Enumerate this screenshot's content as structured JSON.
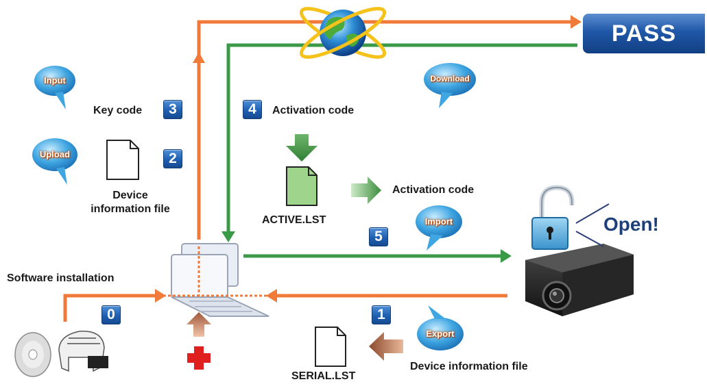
{
  "badges": {
    "pass": "PASS",
    "open": "Open!"
  },
  "bubbles": {
    "input": "Input",
    "upload": "Upload",
    "download": "Download",
    "import": "Import",
    "export": "Export"
  },
  "labels": {
    "key_code": "Key code",
    "activation_code_top": "Activation code",
    "device_info_line1": "Device",
    "device_info_line2": "information file",
    "active_file": "ACTIVE.LST",
    "activation_code_right": "Activation code",
    "software_installation": "Software installation",
    "serial_file": "SERIAL.LST",
    "device_info_file_bottom": "Device information file"
  },
  "steps": {
    "s0": "0",
    "s1": "1",
    "s2": "2",
    "s3": "3",
    "s4": "4",
    "s5": "5"
  },
  "colors": {
    "orange_flow": "#f07a3a",
    "green_flow": "#3a9a48",
    "step_blue": "#1f5fb0",
    "bubble_blue": "#3aa0dc",
    "file_green": "#9fd48c",
    "red_cross": "#e0201e"
  },
  "icons": {
    "globe": "globe-icon",
    "padlock": "open-padlock-icon",
    "projector": "projector-icon",
    "laptop": "laptop-icon",
    "cd": "cd-disc-icon",
    "file": "document-icon"
  }
}
